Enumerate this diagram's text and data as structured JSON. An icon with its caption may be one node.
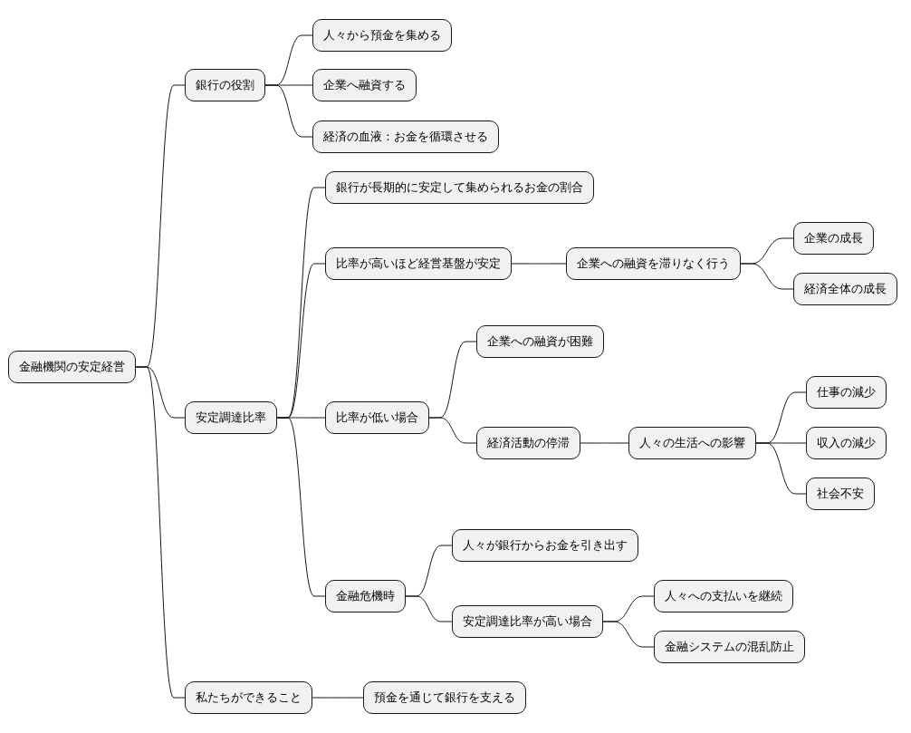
{
  "diagram": {
    "nodes": [
      {
        "text": [
          "金融機関の安定経営"
        ]
      },
      {
        "text": [
          "銀行の役割"
        ]
      },
      {
        "text": [
          "人々から預金を集める"
        ]
      },
      {
        "text": [
          "企業へ融資する"
        ]
      },
      {
        "text": [
          "経済の血液：お金を循環させる"
        ]
      },
      {
        "text": [
          "安定調達比率"
        ]
      },
      {
        "text": [
          "銀行が長期的に安定して集められるお金の割合"
        ]
      },
      {
        "text": [
          "比率が高いほど経営基盤が安定"
        ]
      },
      {
        "text": [
          "企業への融資を滞りなく行う"
        ]
      },
      {
        "text": [
          "企業の成長"
        ]
      },
      {
        "text": [
          "経済全体の成長"
        ]
      },
      {
        "text": [
          "比率が低い場合"
        ]
      },
      {
        "text": [
          "企業への融資が困難"
        ]
      },
      {
        "text": [
          "経済活動の停滞"
        ]
      },
      {
        "text": [
          "人々の生活への影響"
        ]
      },
      {
        "text": [
          "仕事の減少"
        ]
      },
      {
        "text": [
          "収入の減少"
        ]
      },
      {
        "text": [
          "社会不安"
        ]
      },
      {
        "text": [
          "金融危機時"
        ]
      },
      {
        "text": [
          "人々が銀行からお金を引き出す"
        ]
      },
      {
        "text": [
          "安定調達比率が高い場合"
        ]
      },
      {
        "text": [
          "人々への支払いを継続"
        ]
      },
      {
        "text": [
          "金融システムの混乱防止"
        ]
      },
      {
        "text": [
          "私たちができること"
        ]
      },
      {
        "text": [
          "預金を通じて銀行を支える"
        ]
      }
    ],
    "edges": [
      {
        "from": 0,
        "to": 1,
        "arrow": "none"
      },
      {
        "from": 1,
        "to": 2,
        "arrow": "none"
      },
      {
        "from": 1,
        "to": 3,
        "arrow": "none"
      },
      {
        "from": 1,
        "to": 4,
        "arrow": "none"
      },
      {
        "from": 0,
        "to": 5,
        "arrow": "none"
      },
      {
        "from": 5,
        "to": 6,
        "arrow": "none"
      },
      {
        "from": 5,
        "to": 7,
        "arrow": "none"
      },
      {
        "from": 7,
        "to": 8,
        "arrow": "none"
      },
      {
        "from": 8,
        "to": 9,
        "arrow": "none"
      },
      {
        "from": 8,
        "to": 10,
        "arrow": "none"
      },
      {
        "from": 5,
        "to": 11,
        "arrow": "none"
      },
      {
        "from": 11,
        "to": 12,
        "arrow": "none"
      },
      {
        "from": 11,
        "to": 13,
        "arrow": "none"
      },
      {
        "from": 13,
        "to": 14,
        "arrow": "none"
      },
      {
        "from": 14,
        "to": 15,
        "arrow": "none"
      },
      {
        "from": 14,
        "to": 16,
        "arrow": "none"
      },
      {
        "from": 14,
        "to": 17,
        "arrow": "none"
      },
      {
        "from": 5,
        "to": 18,
        "arrow": "none"
      },
      {
        "from": 18,
        "to": 19,
        "arrow": "none"
      },
      {
        "from": 18,
        "to": 20,
        "arrow": "none"
      },
      {
        "from": 20,
        "to": 21,
        "arrow": "none"
      },
      {
        "from": 20,
        "to": 22,
        "arrow": "none"
      },
      {
        "from": 0,
        "to": 23,
        "arrow": "none"
      },
      {
        "from": 23,
        "to": 24,
        "arrow": "none"
      }
    ]
  }
}
